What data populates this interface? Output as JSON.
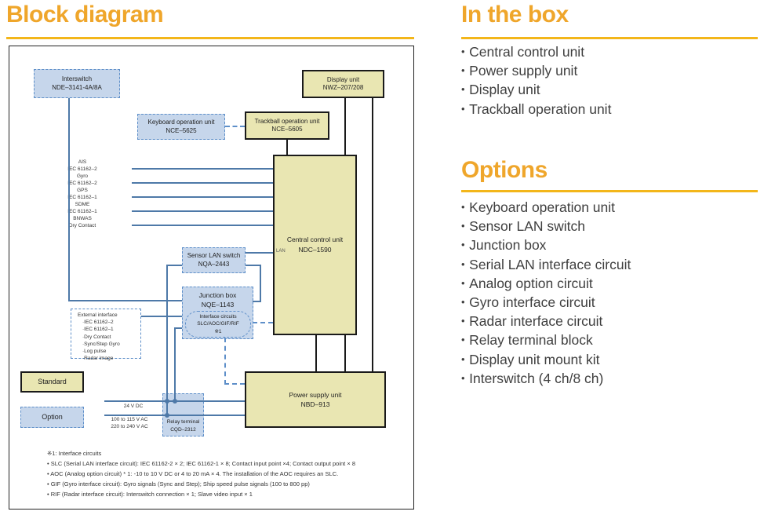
{
  "title": "Block diagram",
  "sections": {
    "in_the_box": {
      "title": "In the box",
      "items": [
        "Central control unit",
        "Power supply unit",
        "Display unit",
        "Trackball operation unit"
      ]
    },
    "options": {
      "title": "Options",
      "items": [
        "Keyboard operation unit",
        "Sensor LAN switch",
        "Junction box",
        "Serial LAN interface circuit",
        "Analog option circuit",
        "Gyro interface circuit",
        "Radar interface circuit",
        "Relay terminal block",
        "Display unit mount kit",
        "Interswitch (4 ch/8 ch)"
      ]
    }
  },
  "diagram": {
    "boxes": {
      "interswitch": {
        "name": "Interswitch",
        "model": "NDE–3141-4A/8A"
      },
      "display_unit": {
        "name": "Display unit",
        "model": "NWZ–207/208"
      },
      "keyboard": {
        "name": "Keyboard operation unit",
        "model": "NCE–5625"
      },
      "trackball": {
        "name": "Trackball operation unit",
        "model": "NCE–5605"
      },
      "central": {
        "name": "Central control unit",
        "model": "NDC–1590"
      },
      "sensor_lan": {
        "name": "Sensor LAN switch",
        "model": "NQA–2443"
      },
      "junction": {
        "name": "Junction box",
        "model": "NQE–1143"
      },
      "interface_circuits": {
        "line1": "Interface circuits",
        "line2": "SLC/AOC/GIF/RIF",
        "line3": "※1"
      },
      "power_supply": {
        "name": "Power supply unit",
        "model": "NBD–913"
      },
      "relay_terminal": {
        "name": "Relay terminal",
        "model": "CQD–2312"
      }
    },
    "external_interface": {
      "title": "External interface",
      "items": [
        "·IEC 61162–2",
        "·IEC 61162–1",
        "·Dry Contact",
        "·Sync/Step Gyro",
        "·Log pulse",
        "·Radar image"
      ]
    },
    "signals": [
      {
        "name": "AIS",
        "spec": "IEC 61162–2"
      },
      {
        "name": "Gyro",
        "spec": "IEC 61162–2"
      },
      {
        "name": "GPS",
        "spec": "IEC 61162–1"
      },
      {
        "name": "SDME",
        "spec": "IEC 61162–1"
      },
      {
        "name": "BNWAS",
        "spec": "Dry Contact"
      }
    ],
    "labels": {
      "lan": "LAN",
      "dc": "24 V DC",
      "ac_line1": "100 to 115 V AC",
      "ac_line2": "220 to 240 V AC"
    },
    "legend": {
      "standard": "Standard",
      "option": "Option"
    },
    "footnotes": [
      "※1: Interface circuits",
      "• SLC (Serial LAN interface circuit): IEC 61162-2 × 2; IEC 61162-1 × 8; Contact input point ×4; Contact output point × 8",
      "• AOC (Analog option circuit) * 1: -10 to 10 V DC or 4 to 20 mA × 4. The installation of the AOC requires an SLC.",
      "• GIF (Gyro interface circuit): Gyro signals (Sync and Step); Ship speed pulse signals (100 to 800 pp)",
      "• RIF (Radar interface circuit): Interswitch connection × 1; Slave video input × 1"
    ]
  },
  "colors": {
    "heading": "#EFA62B",
    "rule": "#F3B61A",
    "standard_fill": "#E9E6B2",
    "option_fill": "#C6D6EB",
    "option_border": "#5E8FC9",
    "wire_blue": "#4E79A8",
    "wire_black": "#1A1A1A"
  }
}
